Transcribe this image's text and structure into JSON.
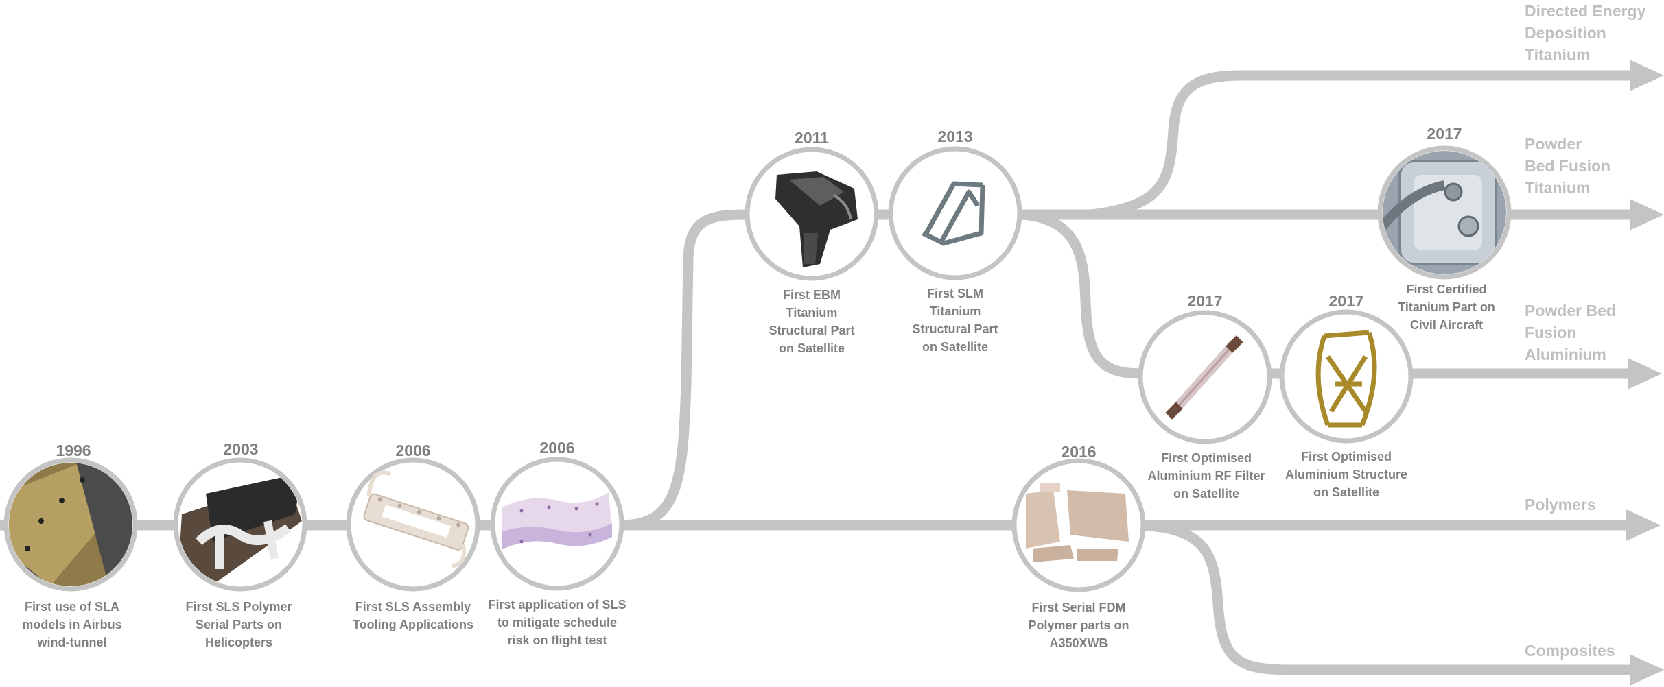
{
  "milestones": [
    {
      "year": "1996",
      "caption": [
        "First use of SLA",
        "models in Airbus",
        "wind-tunnel"
      ],
      "image": "wind-tunnel-model-photo"
    },
    {
      "year": "2003",
      "caption": [
        "First SLS Polymer",
        "Serial Parts on",
        "Helicopters"
      ],
      "image": "polymer-ducts-photo"
    },
    {
      "year": "2006",
      "caption": [
        "First SLS Assembly",
        "Tooling Applications"
      ],
      "image": "assembly-tool-photo"
    },
    {
      "year": "2006",
      "caption": [
        "First application of SLS",
        "to mitigate schedule",
        "risk on flight test"
      ],
      "image": "sls-part-photo"
    },
    {
      "year": "2011",
      "caption": [
        "First  EBM",
        "Titanium",
        "Structural Part",
        "on Satellite"
      ],
      "image": "ebm-bracket-photo"
    },
    {
      "year": "2013",
      "caption": [
        "First  SLM",
        "Titanium",
        "Structural Part",
        "on Satellite"
      ],
      "image": "slm-bracket-photo"
    },
    {
      "year": "2017",
      "caption": [
        "First Certified",
        "Titanium Part on",
        "Civil Aircraft"
      ],
      "image": "titanium-bracket-photo"
    },
    {
      "year": "2017",
      "caption": [
        "First Optimised",
        "Aluminium  RF Filter",
        "on Satellite"
      ],
      "image": "rf-filter-photo"
    },
    {
      "year": "2017",
      "caption": [
        "First Optimised",
        "Aluminium Structure",
        "on Satellite"
      ],
      "image": "aluminium-structure-photo"
    },
    {
      "year": "2016",
      "caption": [
        "First Serial FDM",
        "Polymer parts on",
        "A350XWB"
      ],
      "image": "fdm-parts-photo"
    }
  ],
  "tracks": [
    {
      "label": [
        "Directed Energy",
        "Deposition",
        "Titanium"
      ]
    },
    {
      "label": [
        "Powder",
        "Bed Fusion",
        "Titanium"
      ]
    },
    {
      "label": [
        "Powder Bed",
        "Fusion",
        "Aluminium"
      ]
    },
    {
      "label": [
        "Polymers"
      ]
    },
    {
      "label": [
        "Composites"
      ]
    }
  ],
  "colors": {
    "line": "#c4c4c4",
    "ring": "#c4c4c4",
    "year": "#7f7f7f",
    "caption": "#7f7f7f",
    "track_label": "#bfbfbf",
    "title_fragment": "#1f3a93"
  }
}
